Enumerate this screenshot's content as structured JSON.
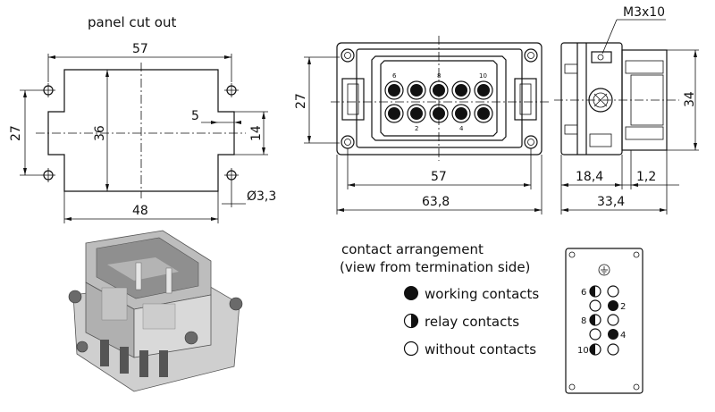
{
  "panel_cutout": {
    "title": "panel cut out",
    "dim_width_top": "57",
    "dim_height_left": "27",
    "dim_height_inner": "36",
    "dim_notch_depth": "5",
    "dim_notch_height": "14",
    "dim_hole_diameter": "Ø3,3",
    "dim_width_bottom": "48"
  },
  "front_view": {
    "dim_height": "27",
    "dim_inner_width": "57",
    "dim_overall_width": "63,8",
    "contact_numbers_top": [
      "6",
      "8",
      "10"
    ],
    "contact_numbers_bottom": [
      "2",
      "4"
    ]
  },
  "side_view": {
    "screw_label": "M3x10",
    "dim_height": "34",
    "dim_depth_a": "18,4",
    "dim_depth_b": "1,2",
    "dim_overall": "33,4"
  },
  "legend": {
    "title": "contact arrangement",
    "subtitle": "(view from termination side)",
    "items": [
      {
        "label": "working contacts",
        "symbol": "filled"
      },
      {
        "label": "relay contacts",
        "symbol": "half"
      },
      {
        "label": "without contacts",
        "symbol": "empty"
      }
    ]
  },
  "arrangement_panel": {
    "ground_symbol": "⏚",
    "numbers_left": [
      "6",
      "8",
      "10"
    ],
    "numbers_right": [
      "2",
      "4"
    ]
  },
  "colors": {
    "line": "#111111",
    "fill_dark": "#111111",
    "render_light": "#d8d8d8",
    "render_mid": "#a8a8a8",
    "render_dark": "#5a5a5a"
  }
}
